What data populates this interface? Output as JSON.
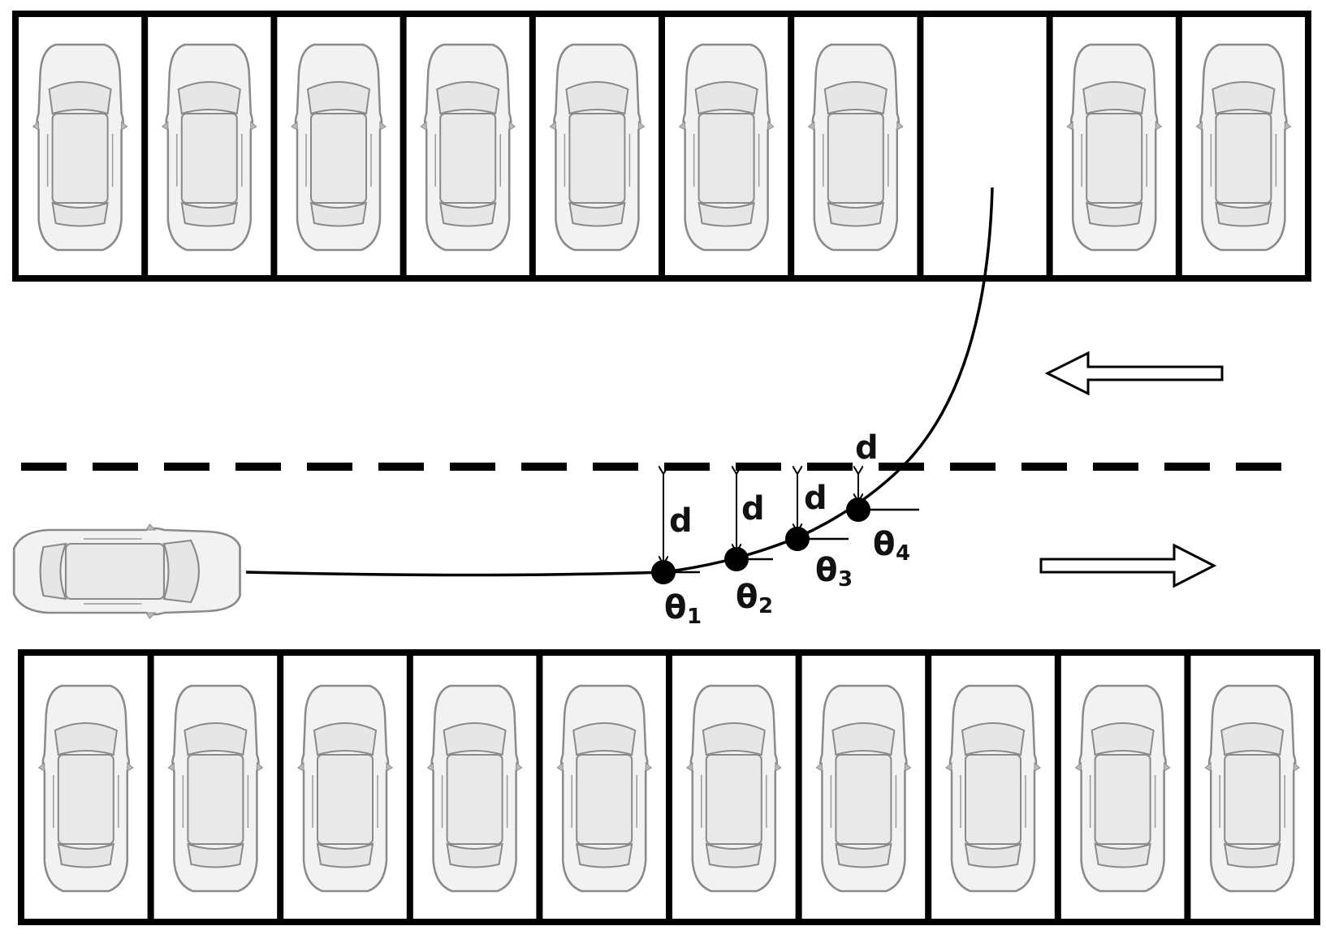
{
  "colors": {
    "ink": "#000000",
    "car_body": "#f2f2f2",
    "car_line": "#8a8a8a",
    "background": "#ffffff"
  },
  "parking": {
    "top_row_slots": 10,
    "top_row_empty_slot_index": 7,
    "bottom_row_slots": 10
  },
  "labels": {
    "d": "d",
    "theta": "θ",
    "theta_subs": [
      "1",
      "2",
      "3",
      "4"
    ]
  },
  "icons": {
    "left_arrow": "hollow-arrow-left-icon",
    "right_arrow": "hollow-arrow-right-icon",
    "car": "car-topview-icon"
  }
}
